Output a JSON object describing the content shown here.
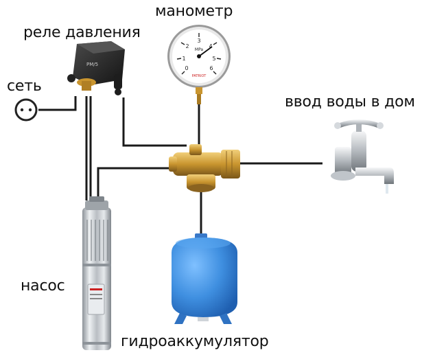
{
  "labels": {
    "gauge": "манометр",
    "relay": "реле давления",
    "mains": "сеть",
    "house_inlet": "ввод воды в дом",
    "pump": "насос",
    "accumulator": "гидроаккумулятор"
  },
  "gauge": {
    "unit": "MPa",
    "scale": [
      "0",
      "1",
      "2",
      "3",
      "4",
      "5",
      "6"
    ],
    "brand": "PATRIOT"
  },
  "colors": {
    "wire": "#1a1a1a",
    "tank_blue": "#3f8fe0",
    "brass": "#c9952f",
    "relay_body": "#2a2a2a",
    "steel": "#c8ccd0"
  },
  "icons": {
    "socket": "socket-icon",
    "relay": "pressure-switch-icon",
    "gauge": "pressure-gauge-icon",
    "fitting": "five-way-fitting-icon",
    "tap": "water-tap-icon",
    "pump": "submersible-pump-icon",
    "tank": "hydro-accumulator-icon"
  }
}
